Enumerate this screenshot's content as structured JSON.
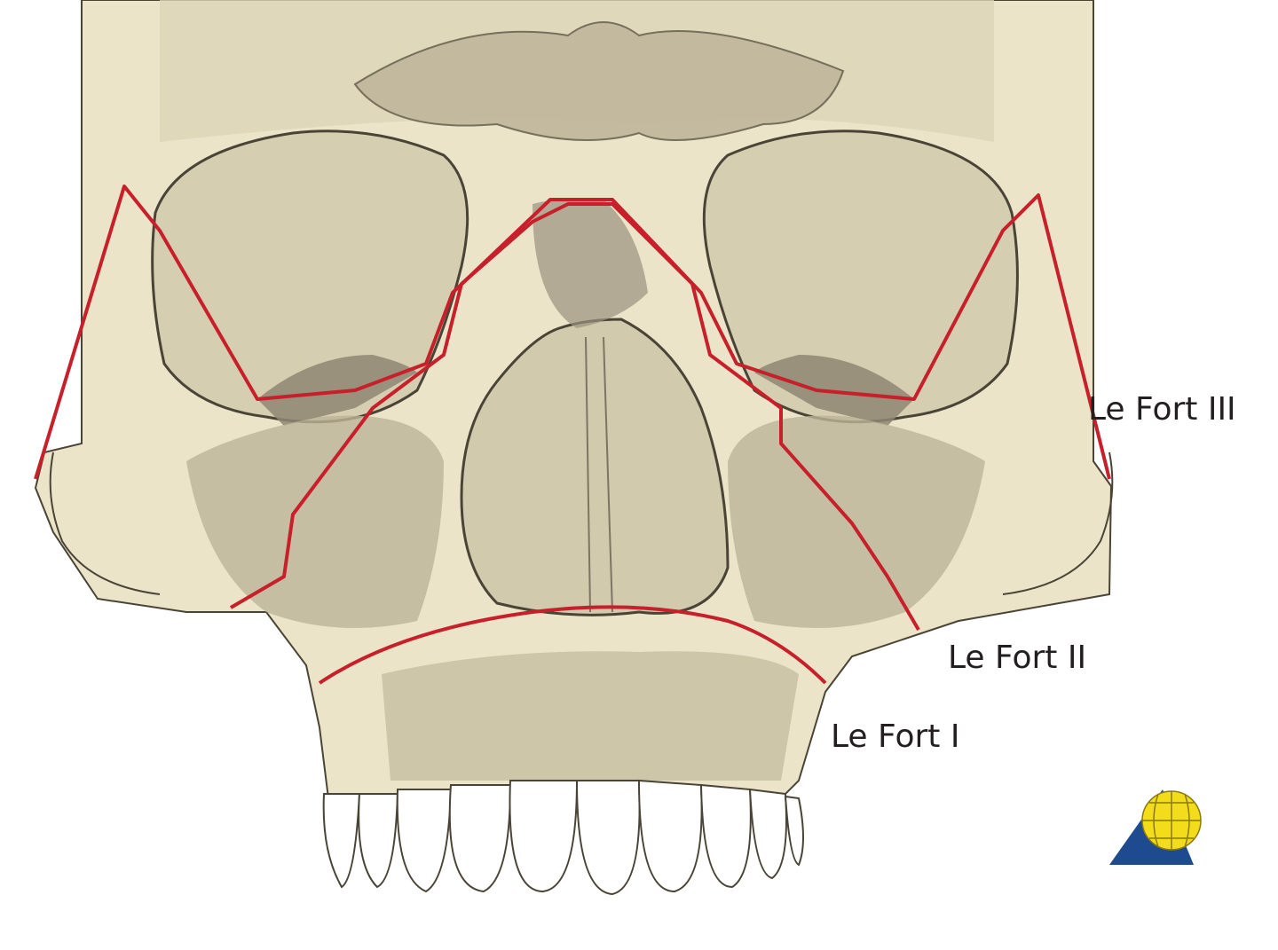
{
  "labels": {
    "le_fort_iii": "Le Fort III",
    "le_fort_ii": "Le Fort II",
    "le_fort_i": "Le Fort I"
  },
  "colors": {
    "bone": "#ebe4c9",
    "bone_shadow": "#c9c0a2",
    "bone_dark": "#a89f86",
    "outline": "#4a4437",
    "fracture_line": "#c8202a",
    "teeth": "#ffffff",
    "logo_blue": "#1e4b8f",
    "logo_yellow": "#f3dc1a"
  },
  "icons": {
    "logo": "triangle-globe-logo"
  }
}
